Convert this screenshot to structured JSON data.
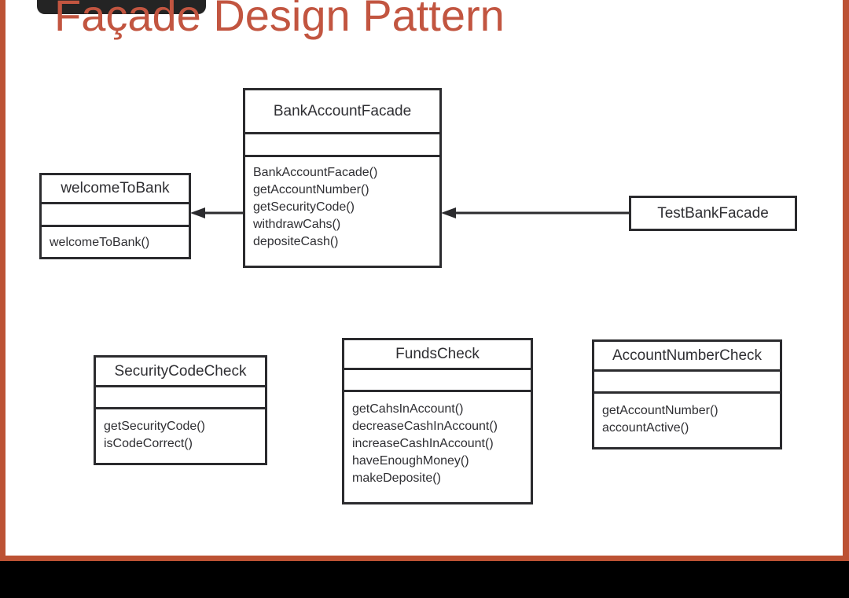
{
  "slide": {
    "title": "Façade Design Pattern",
    "title_color": "#C25540",
    "frame_color": "#BC5234",
    "background": "#ffffff",
    "line_color": "#2b2b2e"
  },
  "diagram": {
    "type": "uml-class-diagram",
    "classes": [
      {
        "id": "bankaccountfacade",
        "name": "BankAccountFacade",
        "attributes": [],
        "methods": [
          "BankAccountFacade()",
          "getAccountNumber()",
          "getSecurityCode()",
          "withdrawCahs()",
          "depositeCash()"
        ]
      },
      {
        "id": "welcometobank",
        "name": "welcomeToBank",
        "attributes": [],
        "methods": [
          "welcomeToBank()"
        ]
      },
      {
        "id": "testbankfacade",
        "name": "TestBankFacade",
        "attributes": [],
        "methods": []
      },
      {
        "id": "securitycodecheck",
        "name": "SecurityCodeCheck",
        "attributes": [],
        "methods": [
          "getSecurityCode()",
          "isCodeCorrect()"
        ]
      },
      {
        "id": "fundscheck",
        "name": "FundsCheck",
        "attributes": [],
        "methods": [
          "getCahsInAccount()",
          "decreaseCashInAccount()",
          "increaseCashInAccount()",
          "haveEnoughMoney()",
          "makeDeposite()"
        ]
      },
      {
        "id": "accountnumbercheck",
        "name": "AccountNumberCheck",
        "attributes": [],
        "methods": [
          "getAccountNumber()",
          "accountActive()"
        ]
      }
    ],
    "connectors": [
      {
        "id": "testbankfacade-to-bankaccountfacade",
        "from": "testbankfacade",
        "to": "bankaccountfacade",
        "style": "solid-arrow",
        "direction": "left"
      },
      {
        "id": "bankaccountfacade-to-welcometobank",
        "from": "bankaccountfacade",
        "to": "welcometobank",
        "style": "solid-arrow",
        "direction": "left"
      }
    ]
  }
}
